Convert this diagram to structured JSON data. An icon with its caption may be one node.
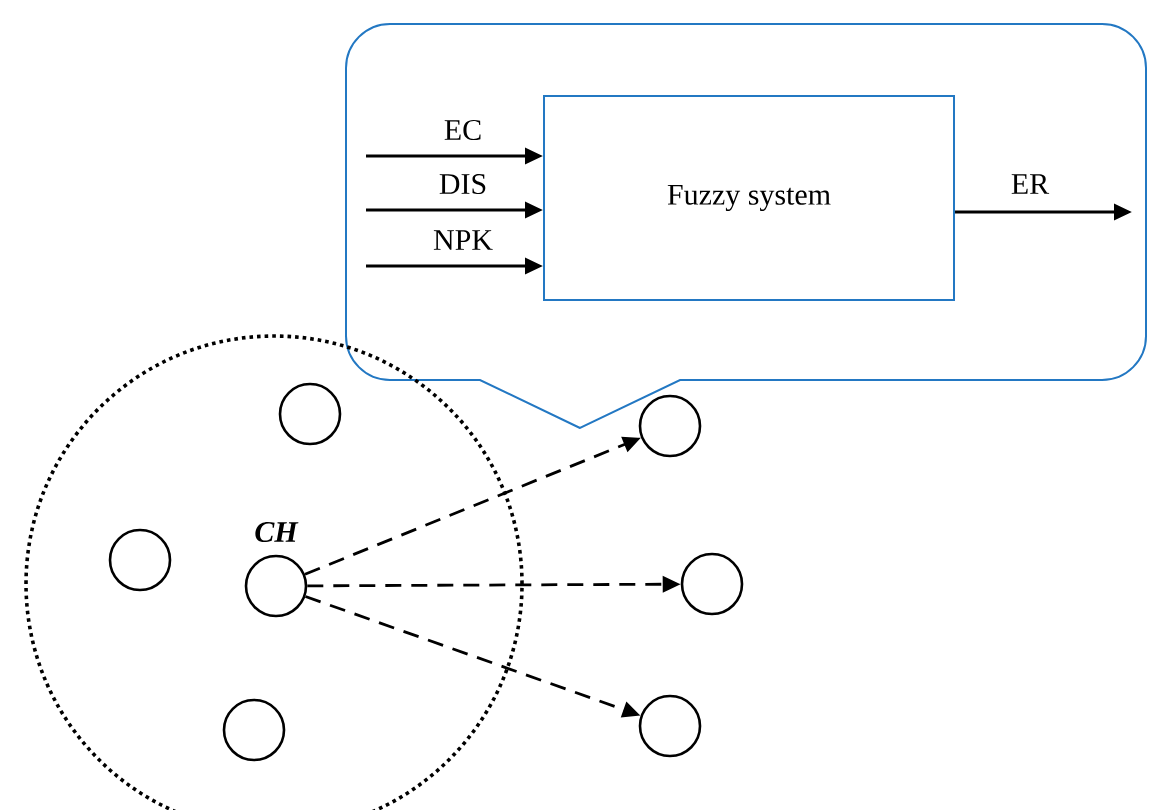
{
  "diagram": {
    "nodes": [
      {
        "text": [],
        "shape": "callout"
      },
      {
        "text": [
          "Fuzzy system"
        ],
        "in": 0
      },
      {
        "text": [],
        "shape": "circle"
      },
      {
        "text": [],
        "shape": "circle",
        "in": 2
      },
      {
        "text": [],
        "shape": "circle",
        "in": 2
      },
      {
        "text": [],
        "shape": "circle",
        "in": 2,
        "beside": [
          "CH"
        ]
      },
      {
        "text": [],
        "shape": "circle",
        "in": 2
      },
      {
        "text": [],
        "shape": "circle"
      },
      {
        "text": [],
        "shape": "circle"
      },
      {
        "text": [],
        "shape": "circle"
      }
    ],
    "edges": [
      {
        "from": null,
        "to": 1,
        "arrow": "to",
        "label": "EC"
      },
      {
        "from": null,
        "to": 1,
        "arrow": "to",
        "label": "DIS"
      },
      {
        "from": null,
        "to": 1,
        "arrow": "to",
        "label": "NPK"
      },
      {
        "from": 1,
        "to": null,
        "arrow": "to",
        "label": "ER"
      },
      {
        "from": 5,
        "to": 7,
        "arrow": "to",
        "style": "dashed"
      },
      {
        "from": 5,
        "to": 8,
        "arrow": "to",
        "style": "dashed"
      },
      {
        "from": 5,
        "to": 9,
        "arrow": "to",
        "style": "dashed"
      }
    ]
  }
}
